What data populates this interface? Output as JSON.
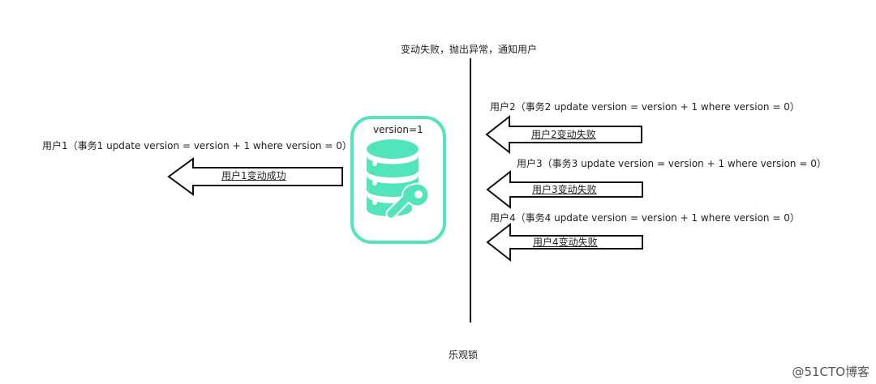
{
  "diagram": {
    "top_caption": "变动失败，抛出异常，通知用户",
    "footer_caption": "乐观锁",
    "watermark": "@51CTO博客",
    "database": {
      "label": "version=1",
      "icon": "database-wrench-icon",
      "accent_color": "#52e5bb"
    },
    "users": [
      {
        "text": "用户1（事务1 update version = version + 1 where version = 0）",
        "result": "用户1变动成功"
      },
      {
        "text": "用户2（事务2 update version = version + 1 where version = 0）",
        "result": "用户2变动失败"
      },
      {
        "text": "用户3（事务3 update version = version + 1 where version = 0）",
        "result": "用户3变动失败"
      },
      {
        "text": "用户4（事务4 update version = version + 1 where version = 0）",
        "result": "用户4变动失败"
      }
    ],
    "arrow_icon": "left-arrow-icon"
  }
}
